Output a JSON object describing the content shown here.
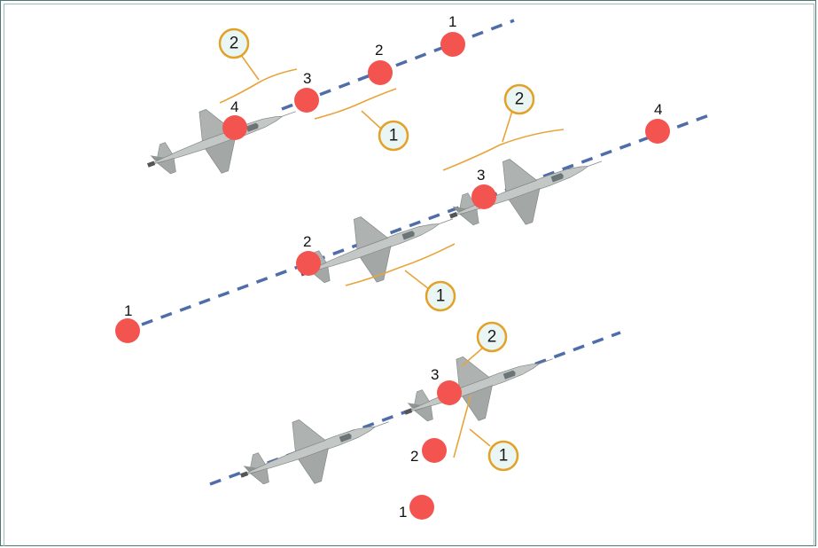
{
  "colors": {
    "point": "#f4544f",
    "dash_line": "#4f6da8",
    "bracket": "#e8a43c",
    "callout_fill": "#e9f6f3",
    "callout_stroke": "#e3a127",
    "aircraft_body": "#b9bdbd",
    "frame": "#4a7a78"
  },
  "icons": [
    "fighter-jet-icon"
  ],
  "scenes": [
    {
      "name": "scene-top",
      "points": [
        "1",
        "2",
        "3",
        "4"
      ],
      "callouts": [
        "2",
        "1"
      ]
    },
    {
      "name": "scene-middle",
      "points": [
        "1",
        "2",
        "3",
        "4"
      ],
      "callouts": [
        "2",
        "1"
      ]
    },
    {
      "name": "scene-bottom",
      "points": [
        "1",
        "2",
        "3"
      ],
      "callouts": [
        "2",
        "1"
      ]
    }
  ]
}
